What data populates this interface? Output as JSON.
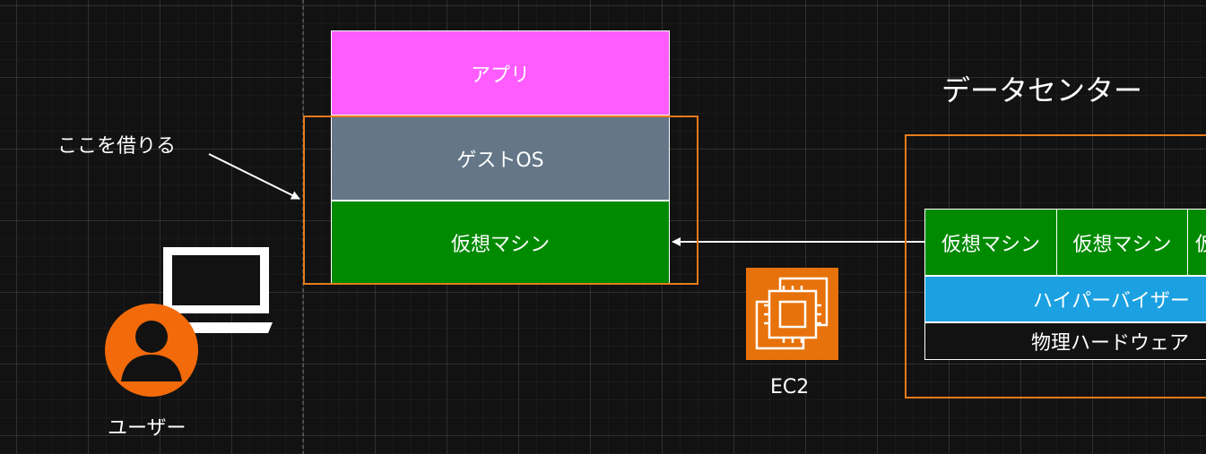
{
  "colors": {
    "app": "#ff5cff",
    "guest_os": "#647687",
    "vm": "#008a00",
    "hypervisor": "#1ba1e2",
    "orange_frame": "#e87b1c",
    "ec2": "#e7720b",
    "user_icon": "#f26a0a"
  },
  "stack": {
    "app_label": "アプリ",
    "guest_os_label": "ゲストOS",
    "vm_label": "仮想マシン"
  },
  "callout": {
    "text": "ここを借りる"
  },
  "user": {
    "label": "ユーザー",
    "icons": [
      "laptop-icon",
      "user-icon"
    ]
  },
  "ec2": {
    "label": "EC2",
    "icon": "ec2-chip-icon"
  },
  "datacenter": {
    "title": "データセンター",
    "vms": [
      "仮想マシン",
      "仮想マシン",
      "仮想マシン"
    ],
    "hypervisor_label": "ハイパーバイザー",
    "hardware_label": "物理ハードウェア"
  }
}
